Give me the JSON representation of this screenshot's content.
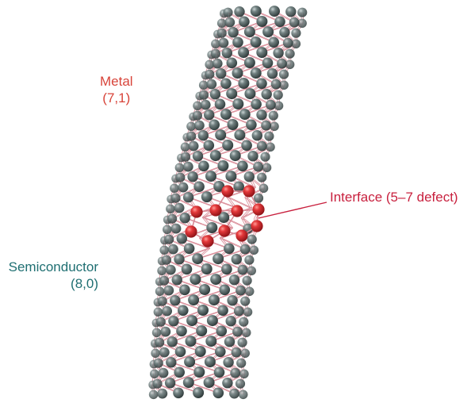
{
  "labels": {
    "metal": {
      "name": "Metal",
      "chirality": "(7,1)"
    },
    "semiconductor": {
      "name": "Semiconductor",
      "chirality": "(8,0)"
    },
    "interface": "Interface (5–7 defect)"
  },
  "colors": {
    "metal_text": "#d8443a",
    "semiconductor_text": "#1f6f72",
    "interface_text": "#c8203e",
    "carbon_atom": "#4a5a5a",
    "defect_atom": "#d2262b",
    "bond": "#d98a96",
    "leader_line": "#c8203e"
  }
}
